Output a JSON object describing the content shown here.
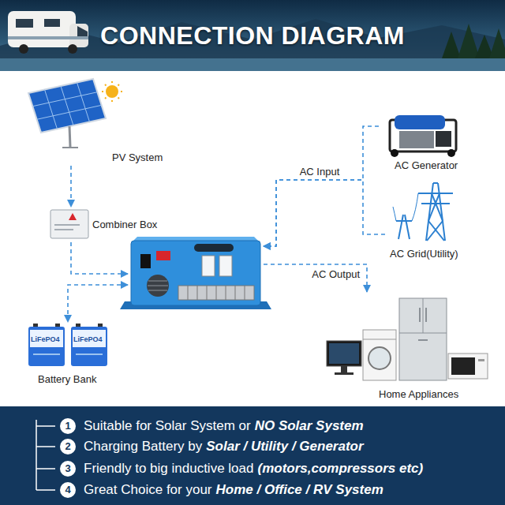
{
  "diagram": {
    "title": "CONNECTION DIAGRAM",
    "nodes": [
      {
        "text": [
          "PV System"
        ]
      },
      {
        "text": [
          "AC Generator"
        ]
      },
      {
        "text": [
          "Combiner Box"
        ]
      },
      {
        "text": [
          "AC Grid(Utility)"
        ]
      },
      {
        "text": []
      },
      {
        "text": [
          "Battery Bank"
        ]
      },
      {
        "text": [
          "Home Appliances"
        ]
      }
    ],
    "edges": [
      {
        "from": 0,
        "to": 2,
        "arrow": "to"
      },
      {
        "from": 2,
        "to": 4,
        "arrow": "to"
      },
      {
        "from": 4,
        "to": 5,
        "arrow": "both"
      },
      {
        "from": 1,
        "to": 4,
        "label": "AC Input",
        "arrow": "to"
      },
      {
        "from": 3,
        "to": 4,
        "arrow": "to"
      },
      {
        "from": 4,
        "to": 6,
        "label": "AC Output",
        "arrow": "to"
      }
    ],
    "labels": [
      "LiFePO4",
      "LiFePO4",
      "1",
      "Suitable for Solar System or",
      "NO Solar System",
      "2",
      "Charging Battery by",
      "Solar / Utility / Generator",
      "3",
      "Friendly to big inductive load",
      "(motors,compressors etc)",
      "4",
      "Great Choice for your",
      "Home / Office / RV System"
    ]
  }
}
